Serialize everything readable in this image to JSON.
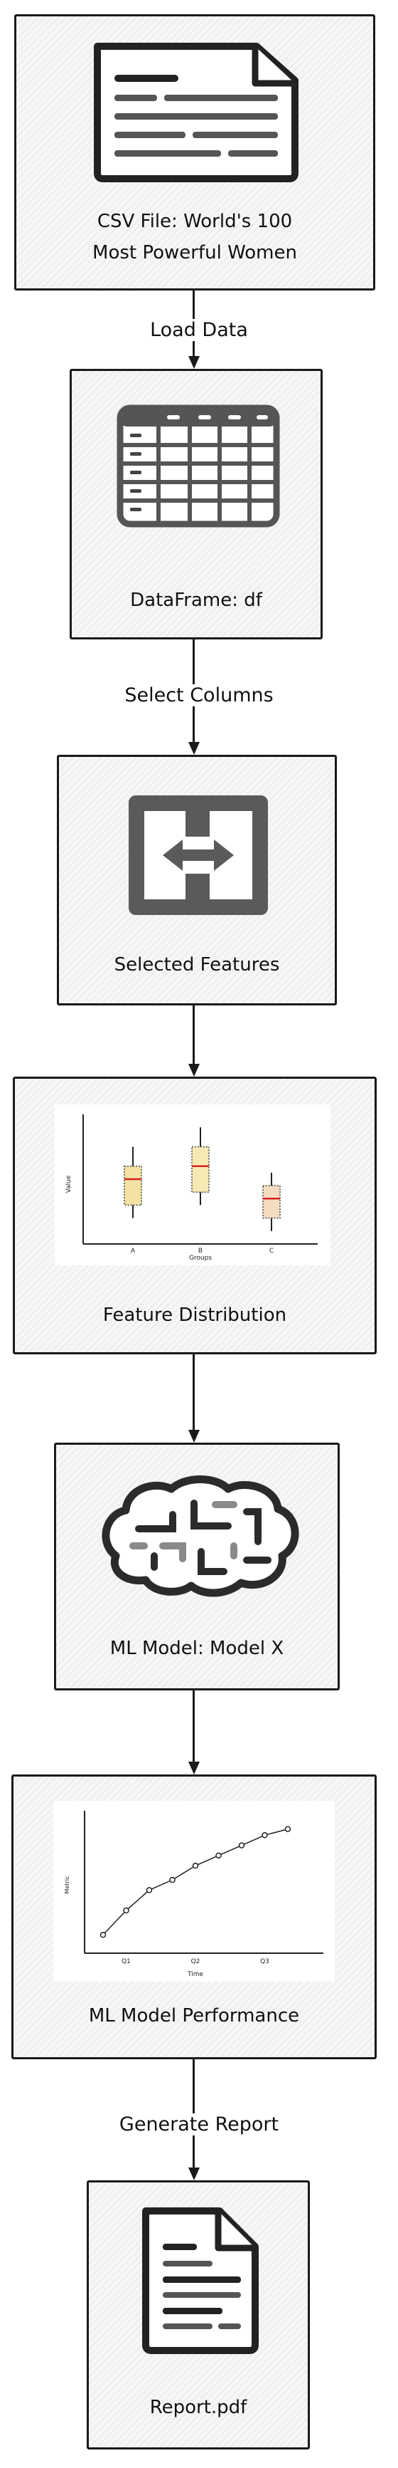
{
  "nodes": {
    "csv": {
      "label": "CSV File: World's 100\nMost Powerful Women",
      "icon": "document-icon"
    },
    "dataframe": {
      "label": "DataFrame: df",
      "icon": "table-icon"
    },
    "features": {
      "label": "Selected Features",
      "icon": "transfer-icon"
    },
    "distribution": {
      "label": "Feature Distribution",
      "icon": "box-plot-chart"
    },
    "model": {
      "label": "ML Model: Model X",
      "icon": "brain-icon"
    },
    "performance": {
      "label": "ML Model Performance",
      "icon": "line-chart"
    },
    "report": {
      "label": "Report.pdf",
      "icon": "report-icon"
    }
  },
  "edges": {
    "load": "Load Data",
    "select": "Select Columns",
    "generate": "Generate Report"
  },
  "box_chart": {
    "ylabel": "Value",
    "xlabel": "Groups",
    "categories": [
      "A",
      "B",
      "C"
    ]
  },
  "line_chart": {
    "ylabel": "Metric",
    "xlabel": "Time",
    "ticks": [
      "Q1",
      "Q2",
      "Q3"
    ]
  },
  "chart_data": [
    {
      "type": "box",
      "xlabel": "Groups",
      "ylabel": "Value",
      "categories": [
        "A",
        "B",
        "C"
      ],
      "series": [
        {
          "category": "A",
          "whisker_low": 0.2,
          "q1": 0.3,
          "median": 0.5,
          "q3": 0.6,
          "whisker_high": 0.75
        },
        {
          "category": "B",
          "whisker_low": 0.3,
          "q1": 0.4,
          "median": 0.6,
          "q3": 0.75,
          "whisker_high": 0.9
        },
        {
          "category": "C",
          "whisker_low": 0.1,
          "q1": 0.2,
          "median": 0.35,
          "q3": 0.45,
          "whisker_high": 0.55
        }
      ],
      "ylim": [
        0,
        1
      ]
    },
    {
      "type": "line",
      "xlabel": "Time",
      "ylabel": "Metric",
      "x": [
        0,
        0.5,
        1,
        1.5,
        2,
        2.5,
        3,
        3.5,
        4
      ],
      "tick_labels": [
        "Q1",
        "Q2",
        "Q3"
      ],
      "values": [
        0.18,
        0.42,
        0.62,
        0.72,
        0.86,
        0.96,
        1.06,
        1.16,
        1.22
      ],
      "ylim": [
        0,
        1.4
      ]
    }
  ]
}
